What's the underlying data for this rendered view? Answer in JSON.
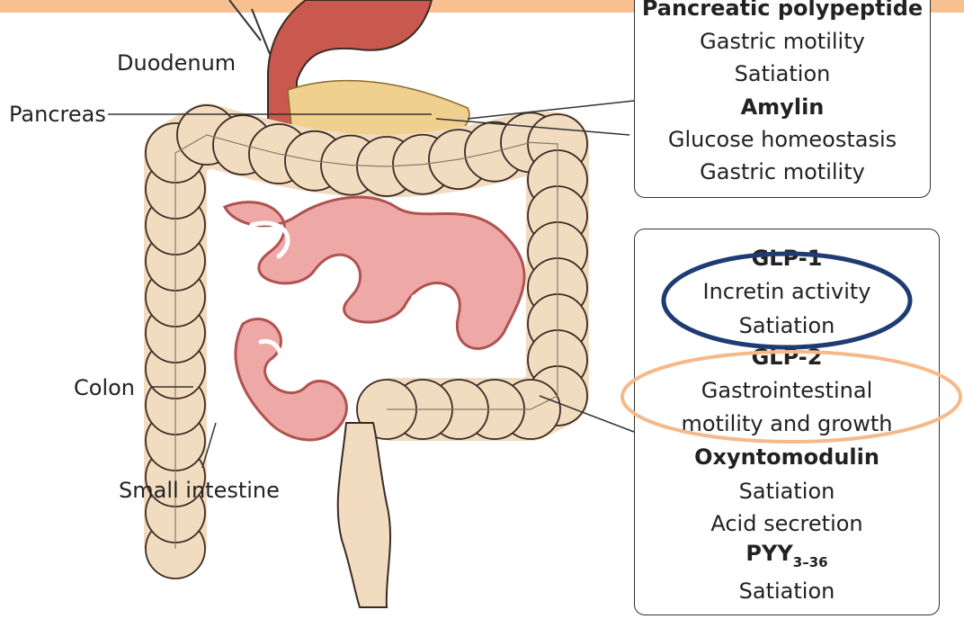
{
  "labels": {
    "duodenum": "Duodenum",
    "pancreas": "Pancreas",
    "colon": "Colon",
    "small_intestine": "Small intestine"
  },
  "upper_box": {
    "partial_heading": "Pancreatic polypeptide",
    "items": [
      "Gastric motility",
      "Satiation"
    ],
    "amylin": {
      "heading": "Amylin",
      "items": [
        "Glucose homeostasis",
        "Gastric motility"
      ]
    }
  },
  "lower_box": {
    "glp1": {
      "heading": "GLP-1",
      "items": [
        "Incretin activity",
        "Satiation"
      ]
    },
    "glp2": {
      "heading": "GLP-2",
      "items": [
        "Gastrointestinal",
        "motility and growth"
      ]
    },
    "oxyntomodulin": {
      "heading": "Oxyntomodulin",
      "items": [
        "Satiation",
        "Acid secretion"
      ]
    },
    "pyy": {
      "heading": "PYY",
      "subscript": "3–36",
      "items": [
        "Satiation"
      ]
    }
  },
  "colors": {
    "highlight_blue": "#1f3b73",
    "highlight_orange": "#f5b98a",
    "top_band": "#f8c08f",
    "stomach": "#c9584e",
    "colon": "#f1dcc0",
    "small_intestine": "#eea9a6",
    "pancreas": "#f0d08f"
  },
  "icons": {
    "stomach": "stomach-illustration",
    "colon": "colon-illustration",
    "small_intestine": "small-intestine-illustration",
    "pancreas": "pancreas-illustration"
  }
}
